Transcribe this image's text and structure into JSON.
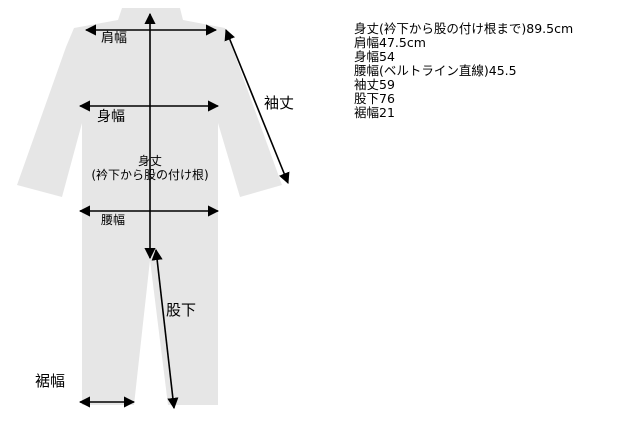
{
  "labels": {
    "shoulder": "肩幅",
    "body_width": "身幅",
    "sleeve": "袖丈",
    "length_line1": "身丈",
    "length_line2": "(衿下から股の付け根)",
    "waist": "腰幅",
    "inseam": "股下",
    "hem": "裾幅"
  },
  "specs": [
    "身丈(衿下から股の付け根まで)89.5cm",
    "肩幅47.5cm",
    "身幅54",
    "腰幅(ベルトライン直線)45.5",
    "袖丈59",
    "股下76",
    "裾幅21"
  ],
  "colors": {
    "garment": "#e6e6e6",
    "arrow": "#000000",
    "background": "#ffffff"
  }
}
